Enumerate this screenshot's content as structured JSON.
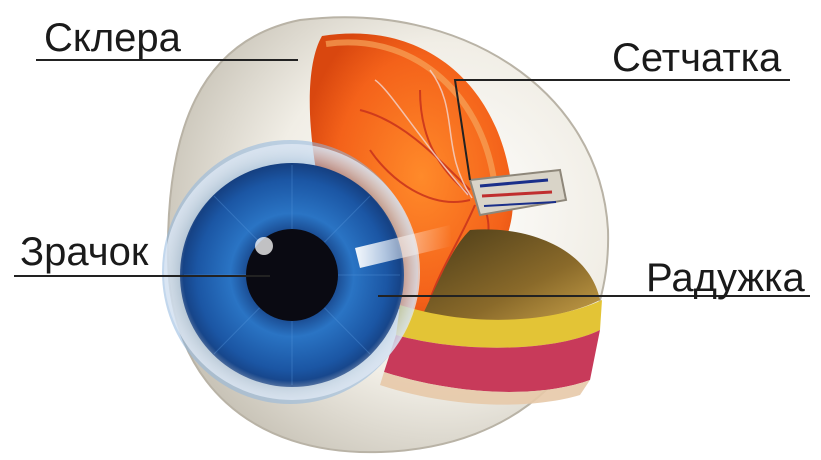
{
  "labels": {
    "sclera": "Склера",
    "retina": "Сетчатка",
    "pupil": "Зрачок",
    "iris": "Радужка"
  },
  "colors": {
    "sclera": "#f2f0ea",
    "retina": "#f26a1b",
    "iris_blue": "#1f63b5",
    "pupil": "#0b0b12",
    "choroid_yellow": "#e8c832",
    "choroid_pink": "#d0405f",
    "leader_line": "#222222"
  }
}
